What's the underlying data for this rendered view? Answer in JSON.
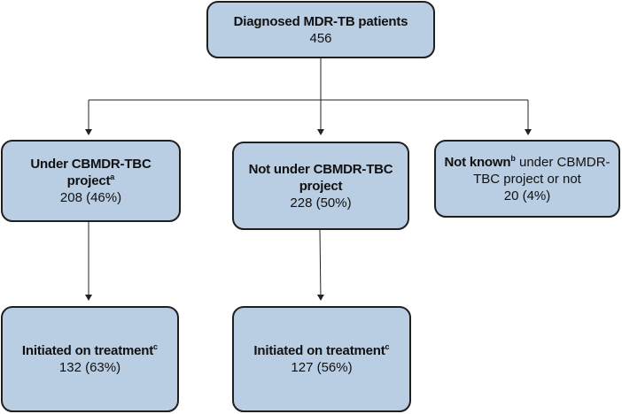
{
  "nodes": {
    "root": {
      "title": "Diagnosed MDR-TB patients",
      "value": "456"
    },
    "under": {
      "title_a": "Under CBMDR-TBC",
      "title_b": "project",
      "sup": "a",
      "value": "208 (46%)"
    },
    "notunder": {
      "title_a": "Not under CBMDR-TBC",
      "title_b": "project",
      "value": "228 (50%)"
    },
    "unknown": {
      "title": "Not known",
      "sup": "b",
      "rest_a": " under CBMDR-",
      "rest_b": "TBC project or not",
      "value": "20 (4%)"
    },
    "init1": {
      "title": "Initiated on treatment",
      "sup": "c",
      "value": "132 (63%)"
    },
    "init2": {
      "title": "Initiated on treatment",
      "sup": "c",
      "value": "127 (56%)"
    }
  }
}
